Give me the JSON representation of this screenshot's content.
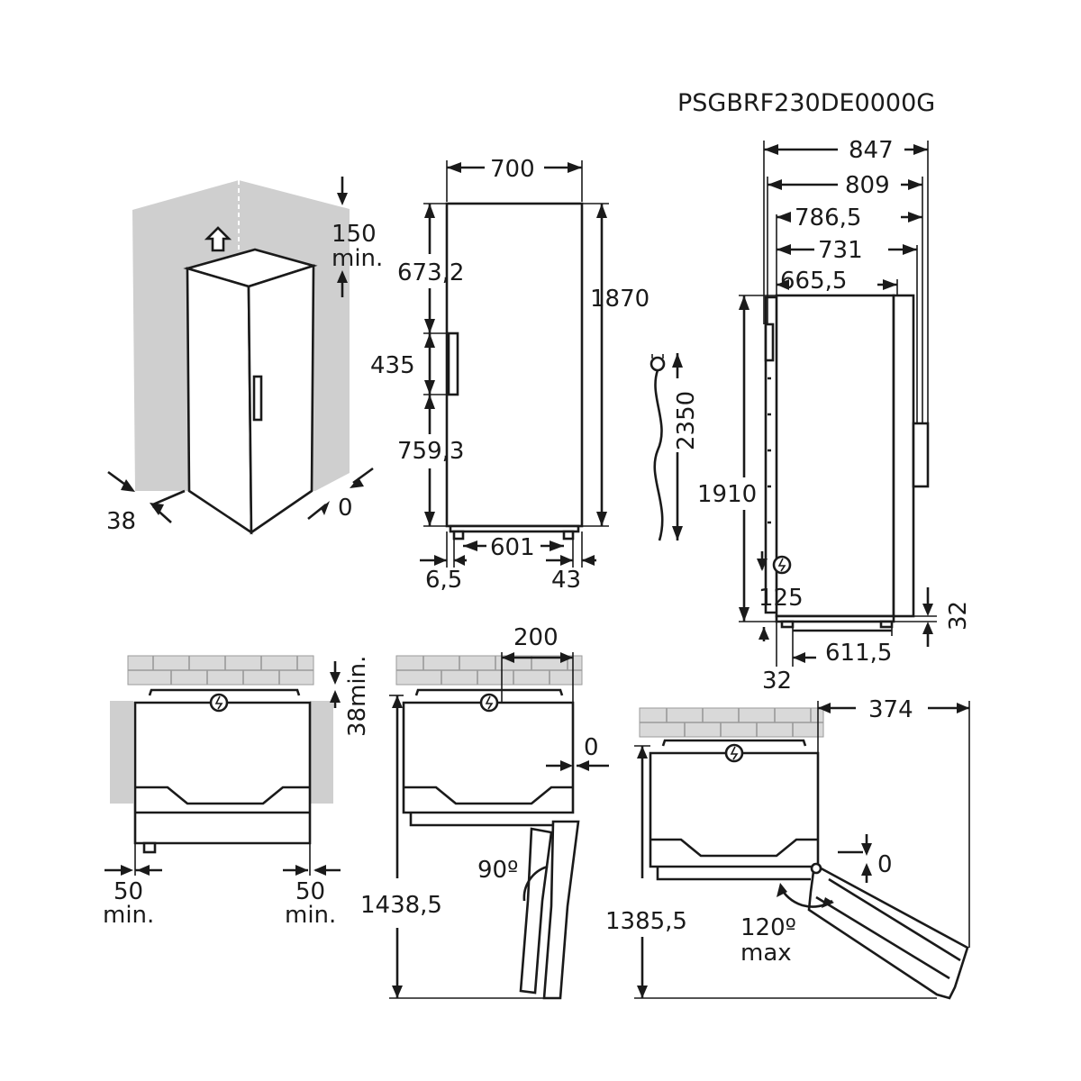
{
  "model_code": "PSGBRF230DE0000G",
  "installation_view": {
    "top_clearance": "150",
    "top_clearance_suffix": "min.",
    "side_gap": "38",
    "back_gap": "0"
  },
  "front_view": {
    "width": "700",
    "height": "1870",
    "top_to_handle": "673,2",
    "handle_length": "435",
    "handle_to_floor": "759,3",
    "feet_span": "601",
    "left_foot_offset": "6,5",
    "right_foot_offset": "43",
    "cable_length": "2350"
  },
  "side_view": {
    "depths": [
      "847",
      "809",
      "786,5",
      "731",
      "665,5"
    ],
    "total_height": "1910",
    "socket_height": "125",
    "feet_depth": "611,5",
    "rear_foot_offset": "32",
    "foot_height": "32"
  },
  "top_views": {
    "rear_clearance": "38min.",
    "left_side_clearance": "50",
    "right_side_clearance": "50",
    "side_clearance_suffix": "min.",
    "socket_offset": "200",
    "side_flush": "0",
    "door_angle_90": "90º",
    "depth_open_90": "1438,5",
    "door_overhang": "374",
    "door_flush": "0",
    "depth_open_120": "1385,5",
    "door_angle_120": "120º",
    "door_angle_120_suffix": "max"
  }
}
